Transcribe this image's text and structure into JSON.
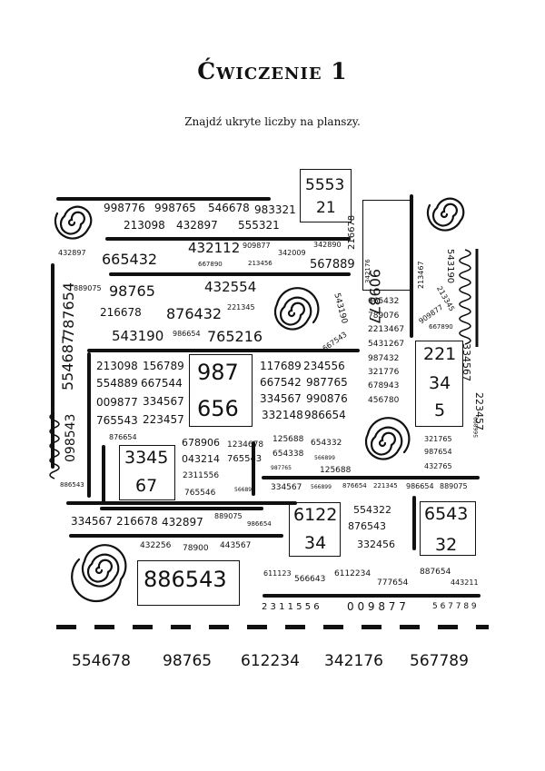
{
  "title": "Ćwiczenie 1",
  "subtitle": "Znajdź ukryte liczby na planszy.",
  "board": {
    "n01": "998776",
    "n02": "998765",
    "n03": "546678",
    "n04": "983321",
    "n05": "213098",
    "n06": "432897",
    "n07": "555321",
    "n08": "5553",
    "n09": "21",
    "n10": "432897",
    "n11": "665432",
    "n12": "432112",
    "n13": "909877",
    "n14": "342009",
    "n15": "342890",
    "n16": "667890",
    "n17": "213456",
    "n18": "567889",
    "n19": "216678",
    "n20": "909877",
    "n21": "342176",
    "n22": "213467",
    "n23": "543190",
    "n24": "213345",
    "n25": "909877",
    "n26": "667890",
    "n27": "787654",
    "n28": "889075",
    "n29": "98765",
    "n30": "432554",
    "n31": "221345",
    "n32": "216678",
    "n33": "876432",
    "n34": "543190",
    "n35": "543190",
    "n36": "986654",
    "n37": "765216",
    "n38": "667543",
    "n39": "665432",
    "n40": "789076",
    "n41": "2213467",
    "n42": "5431267",
    "n43": "987432",
    "n44": "321776",
    "n45": "678943",
    "n46": "456780",
    "n47": "554687",
    "n48": "213098",
    "n49": "156789",
    "n50": "987",
    "n51": "656",
    "n52": "117689",
    "n53": "234556",
    "n54": "554889",
    "n55": "667544",
    "n56": "667542",
    "n57": "987765",
    "n58": "009877",
    "n59": "334567",
    "n60": "334567",
    "n61": "990876",
    "n62": "765543",
    "n63": "223457",
    "n64": "332148",
    "n65": "986654",
    "n66": "221",
    "n67": "34",
    "n68": "5",
    "n69": "334567",
    "n70": "223457",
    "n71": "566899",
    "n72": "098543",
    "n73": "876654",
    "n74": "678906",
    "n75": "1234678",
    "n76": "125688",
    "n77": "654332",
    "n78": "3345",
    "n79": "67",
    "n80": "043214",
    "n81": "765543",
    "n82": "654338",
    "n83": "566899",
    "n84": "987765",
    "n85": "125688",
    "n86": "886543",
    "n87": "2311556",
    "n88": "765546",
    "n89": "566899",
    "n90": "321765",
    "n91": "987654",
    "n92": "432765",
    "n93": "334567",
    "n94": "566899",
    "n95": "876654",
    "n96": "221345",
    "n97": "986654",
    "n98": "889075",
    "n99": "334567",
    "n100": "216678",
    "n101": "432897",
    "n102": "889075",
    "n103": "986654",
    "n104": "6122",
    "n105": "34",
    "n106": "554322",
    "n107": "876543",
    "n108": "332456",
    "n109": "6543",
    "n110": "32",
    "n111": "432256",
    "n112": "78900",
    "n113": "443567",
    "n114": "886543",
    "n115": "611123",
    "n116": "566643",
    "n117": "6112234",
    "n118": "887654",
    "n119": "777654",
    "n120": "443211",
    "n121": "2 3 1 1 5 5 6",
    "n122": "0 0 9 8 7 7",
    "n123": "5 6 7 7 8 9"
  },
  "answers": [
    "554678",
    "98765",
    "612234",
    "342176",
    "567789"
  ]
}
